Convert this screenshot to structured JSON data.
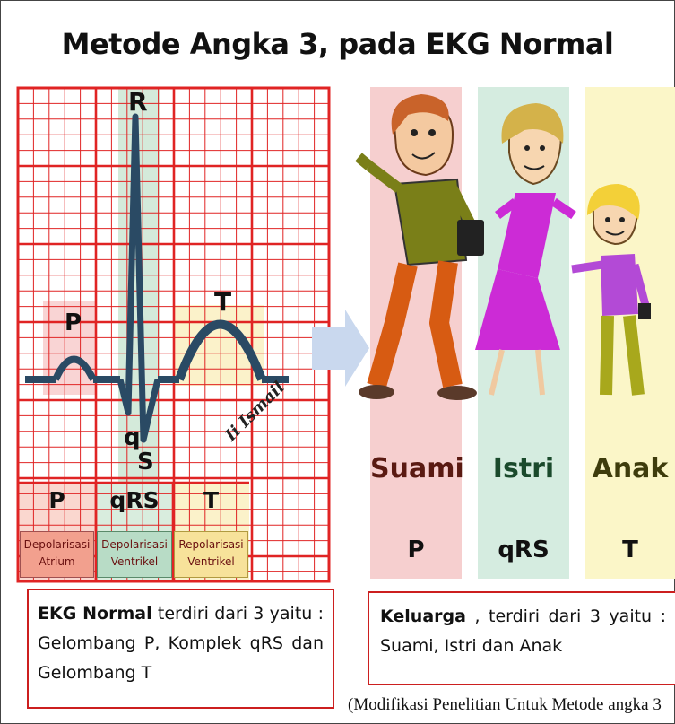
{
  "title": "Metode Angka 3, pada EKG Normal",
  "ekg": {
    "wave_labels": {
      "R": "R",
      "P": "P",
      "T": "T",
      "q": "q",
      "S": "S"
    },
    "signature": "Ii Ismail",
    "bottom_row": [
      {
        "code": "P",
        "desc_line1": "Depolarisasi",
        "desc_line2": "Atrium",
        "color": "#f2a08e"
      },
      {
        "code": "qRS",
        "desc_line1": "Depolarisasi",
        "desc_line2": "Ventrikel",
        "color": "#b8dcc6"
      },
      {
        "code": "T",
        "desc_line1": "Repolarisasi",
        "desc_line2": "Ventrikel",
        "color": "#f7e29a"
      }
    ],
    "grid_color": "#e02424",
    "wave_color": "#2e4457"
  },
  "family": {
    "members": [
      {
        "name": "Suami",
        "code": "P",
        "bg": "#f6cfcf",
        "name_color": "#5a1a12"
      },
      {
        "name": "Istri",
        "code": "qRS",
        "bg": "#d5ece0",
        "name_color": "#1a4a2c"
      },
      {
        "name": "Anak",
        "code": "T",
        "bg": "#fbf6c8",
        "name_color": "#3e3c0c"
      }
    ]
  },
  "left_box": {
    "bold": "EKG Normal",
    "rest": " terdiri dari 3 yaitu : Gelombang P, Komplek qRS dan Gelombang T"
  },
  "right_box": {
    "bold": "Keluarga",
    "rest": " , terdiri dari 3 yaitu : Suami, Istri dan Anak"
  },
  "caption": "(Modifikasi Penelitian Untuk Metode angka 3"
}
